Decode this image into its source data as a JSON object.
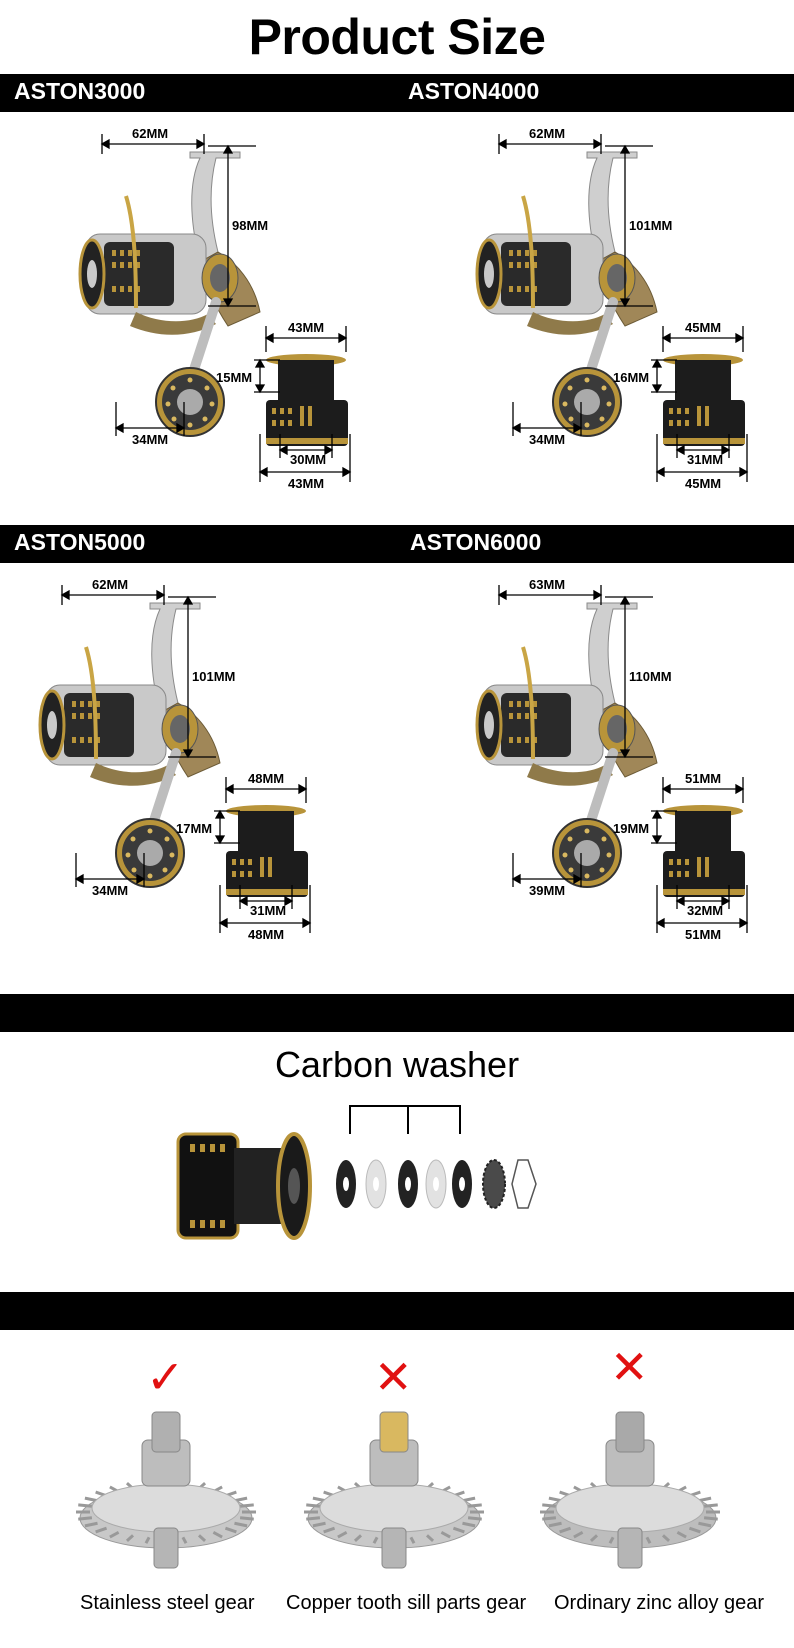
{
  "title": "Product Size",
  "models": [
    {
      "name": "ASTON3000",
      "reel_width": "62MM",
      "reel_height": "98MM",
      "spool_top": "43MM",
      "spool_depth": "15MM",
      "spool_inner": "30MM",
      "spool_bottom": "43MM",
      "knob": "34MM"
    },
    {
      "name": "ASTON4000",
      "reel_width": "62MM",
      "reel_height": "101MM",
      "spool_top": "45MM",
      "spool_depth": "16MM",
      "spool_inner": "31MM",
      "spool_bottom": "45MM",
      "knob": "34MM"
    },
    {
      "name": "ASTON5000",
      "reel_width": "62MM",
      "reel_height": "101MM",
      "spool_top": "48MM",
      "spool_depth": "17MM",
      "spool_inner": "31MM",
      "spool_bottom": "48MM",
      "knob": "34MM"
    },
    {
      "name": "ASTON6000",
      "reel_width": "63MM",
      "reel_height": "110MM",
      "spool_top": "51MM",
      "spool_depth": "19MM",
      "spool_inner": "32MM",
      "spool_bottom": "51MM",
      "knob": "39MM"
    }
  ],
  "washer": {
    "title": "Carbon washer"
  },
  "gears": [
    {
      "label": "Stainless steel gear",
      "mark": "✓",
      "good": true
    },
    {
      "label": "Copper tooth sill parts gear",
      "mark": "✕",
      "good": false
    },
    {
      "label": "Ordinary zinc alloy gear",
      "mark": "✕",
      "good": false
    }
  ],
  "colors": {
    "band": "#000000",
    "gold": "#b8943a",
    "silver": "#c9c9c9",
    "dark": "#2a2a2a",
    "mark_red": "#e11111"
  }
}
